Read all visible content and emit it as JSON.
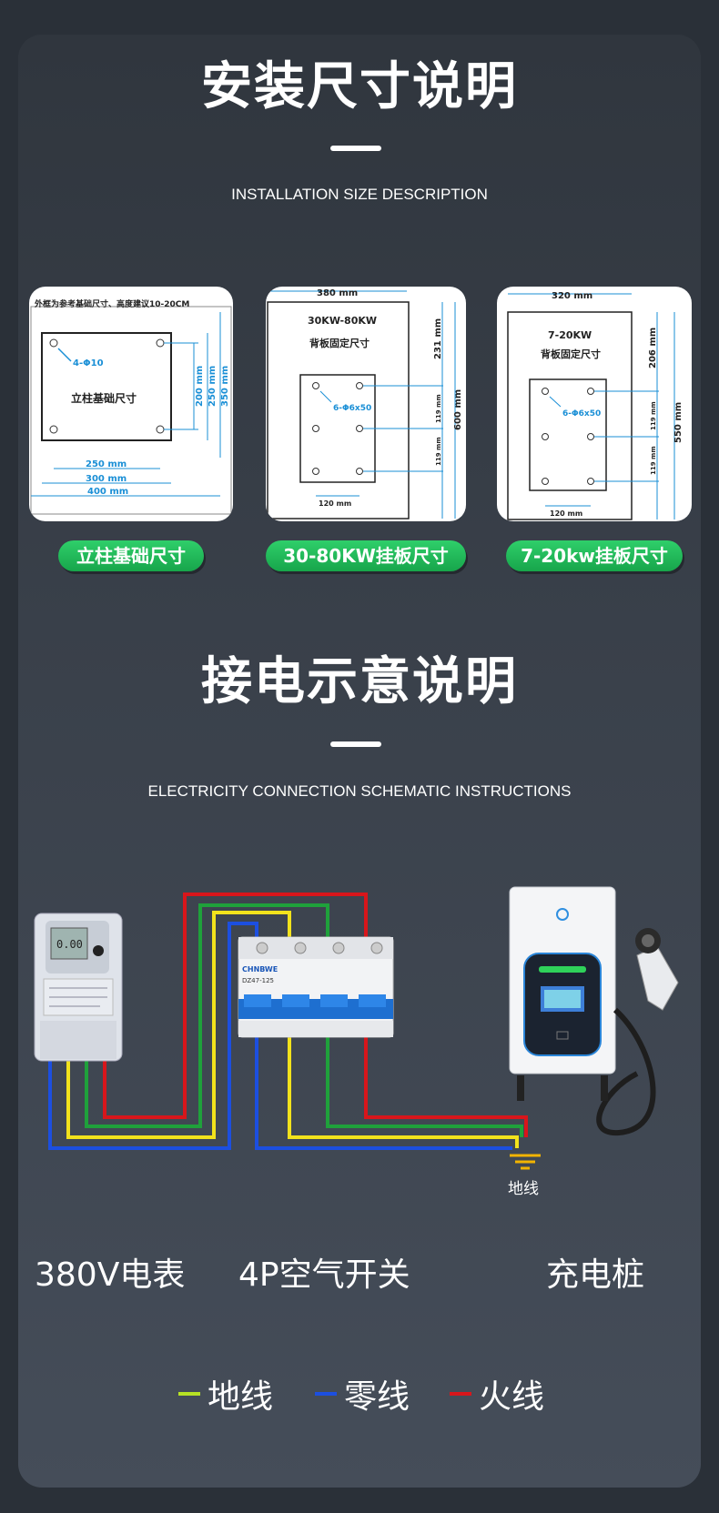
{
  "section1": {
    "title": "安装尺寸说明",
    "subtitle": "INSTALLATION SIZE DESCRIPTION"
  },
  "panels": [
    {
      "note": "外框为参考基础尺寸、高度建议10-20CM",
      "center": "立柱基础尺寸",
      "hole": "4-Φ10",
      "dims": [
        "200 mm",
        "250 mm",
        "350 mm",
        "250 mm",
        "300 mm",
        "400 mm"
      ],
      "caption": "立柱基础尺寸"
    },
    {
      "width": "380 mm",
      "line1": "30KW-80KW",
      "line2": "背板固定尺寸",
      "hole": "6-Φ6x50",
      "dims": [
        "231 mm",
        "119 mm",
        "119 mm",
        "600 mm",
        "120 mm"
      ],
      "caption": "30-80KW挂板尺寸"
    },
    {
      "width": "320 mm",
      "line1": "7-20KW",
      "line2": "背板固定尺寸",
      "hole": "6-Φ6x50",
      "dims": [
        "206 mm",
        "119 mm",
        "119 mm",
        "550 mm",
        "120 mm"
      ],
      "caption": "7-20kw挂板尺寸"
    }
  ],
  "section2": {
    "title": "接电示意说明",
    "subtitle": "ELECTRICITY CONNECTION SCHEMATIC INSTRUCTIONS"
  },
  "wiring": {
    "ground_label": "地线",
    "meter_text": "0.00",
    "breaker_brand": "CHNBWE",
    "breaker_model": "DZ47-125",
    "wire_colors": {
      "red": "#d8161b",
      "green": "#1fa13b",
      "yellow": "#f2e21c",
      "blue": "#1c4fe0"
    }
  },
  "device_labels": {
    "meter": "380V电表",
    "breaker": "4P空气开关",
    "charger": "充电桩"
  },
  "legend": [
    {
      "label": "地线",
      "color": "#b7e224"
    },
    {
      "label": "零线",
      "color": "#1c4fe0"
    },
    {
      "label": "火线",
      "color": "#d8161b"
    }
  ]
}
